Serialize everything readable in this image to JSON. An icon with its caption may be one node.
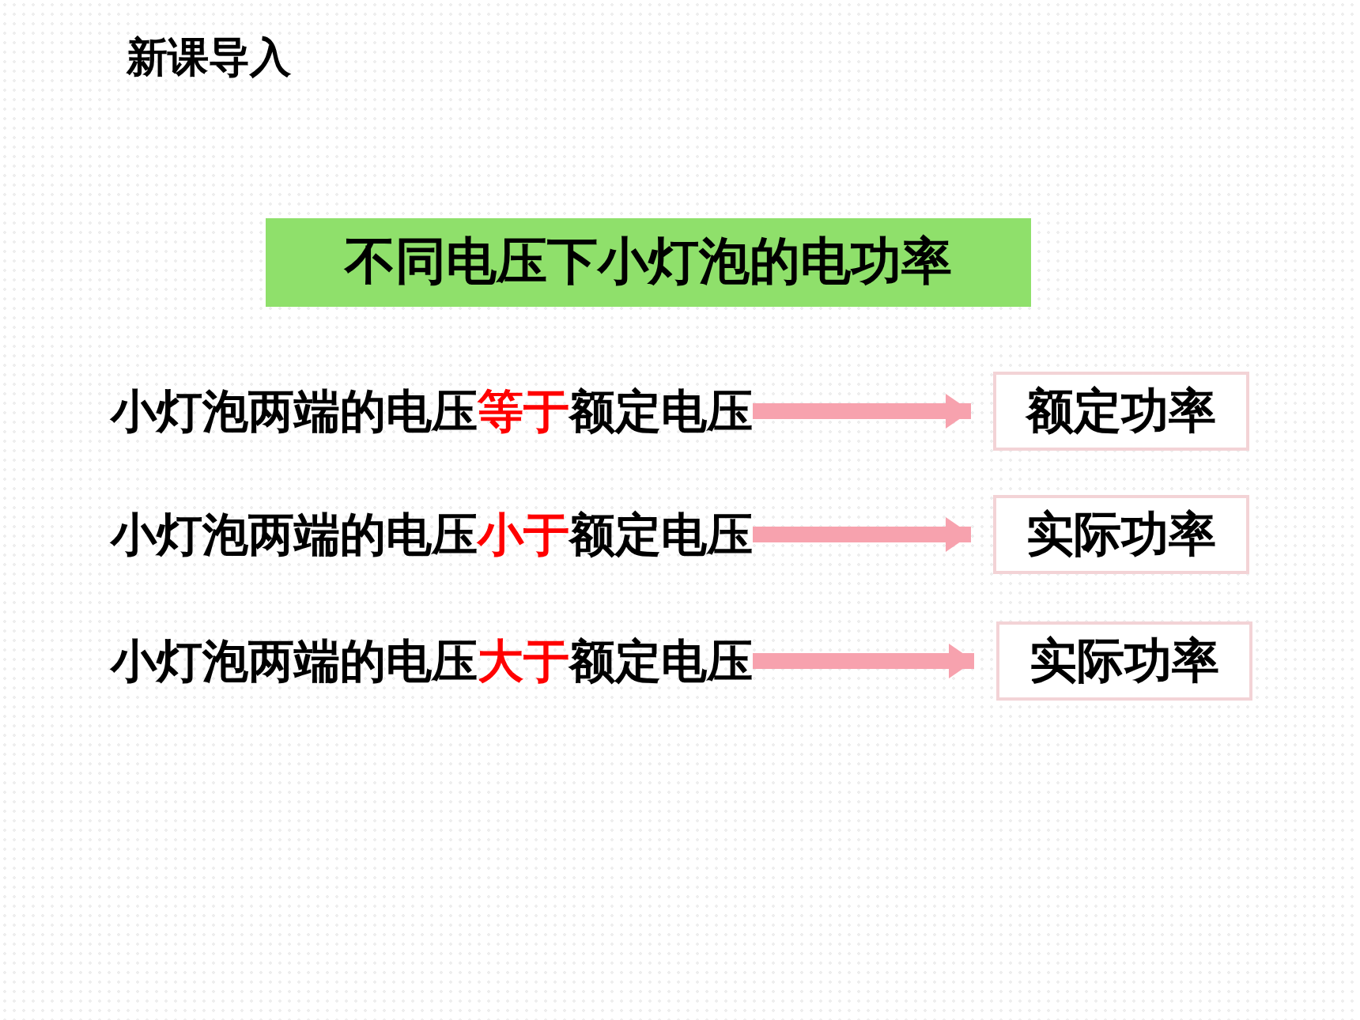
{
  "diagram": {
    "title": "新课导入",
    "nodes": [
      {
        "text": [
          "不同电压下小灯泡的电功率"
        ]
      },
      {
        "text": [
          "小灯泡两端的电压**等于**额定电压"
        ]
      },
      {
        "text": [
          "额定功率"
        ]
      },
      {
        "text": [
          "小灯泡两端的电压**小于**额定电压"
        ]
      },
      {
        "text": [
          "实际功率"
        ]
      },
      {
        "text": [
          "小灯泡两端的电压**大于**额定电压"
        ]
      },
      {
        "text": [
          "实际功率"
        ]
      }
    ],
    "edges": [
      {
        "from": 1,
        "to": 2,
        "arrow": "to"
      },
      {
        "from": 3,
        "to": 4,
        "arrow": "to"
      },
      {
        "from": 5,
        "to": 6,
        "arrow": "to"
      }
    ]
  }
}
